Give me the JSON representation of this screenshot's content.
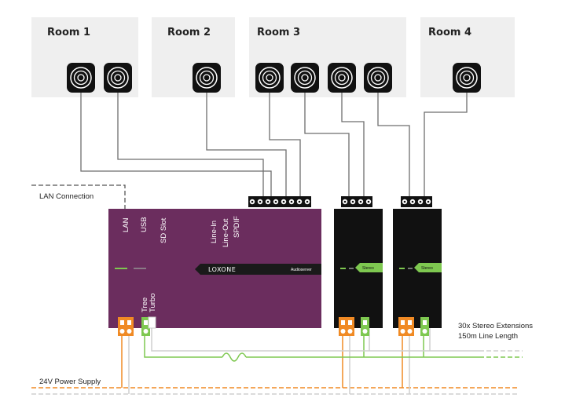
{
  "rooms": [
    {
      "label": "Room 1",
      "speakers": 2
    },
    {
      "label": "Room 2",
      "speakers": 1
    },
    {
      "label": "Room 3",
      "speakers": 4
    },
    {
      "label": "Room 4",
      "speakers": 1
    }
  ],
  "labels": {
    "lan_connection": "LAN Connection",
    "power_supply": "24V Power Supply",
    "extensions_line1": "30x Stereo Extensions",
    "extensions_line2": "150m Line Length"
  },
  "audioserver": {
    "ports": {
      "lan": "LAN",
      "usb": "USB",
      "sd_slot": "SD Slot",
      "line_in": "Line-In",
      "line_out": "Line-Out",
      "spdif": "SPDIF",
      "tree": "Tree",
      "turbo": "Turbo"
    },
    "brand": "LOXONE",
    "model": "Audioserver"
  },
  "extensions": [
    {
      "label": "Stereo"
    },
    {
      "label": "Stereo"
    }
  ],
  "colors": {
    "room_bg": "#efefef",
    "audioserver": "#6b2d5e",
    "extension": "#111111",
    "tree_bus": "#7ec850",
    "power": "#f08a24",
    "speaker_cable": "#6e6e6e",
    "lan_cable": "#555555"
  }
}
